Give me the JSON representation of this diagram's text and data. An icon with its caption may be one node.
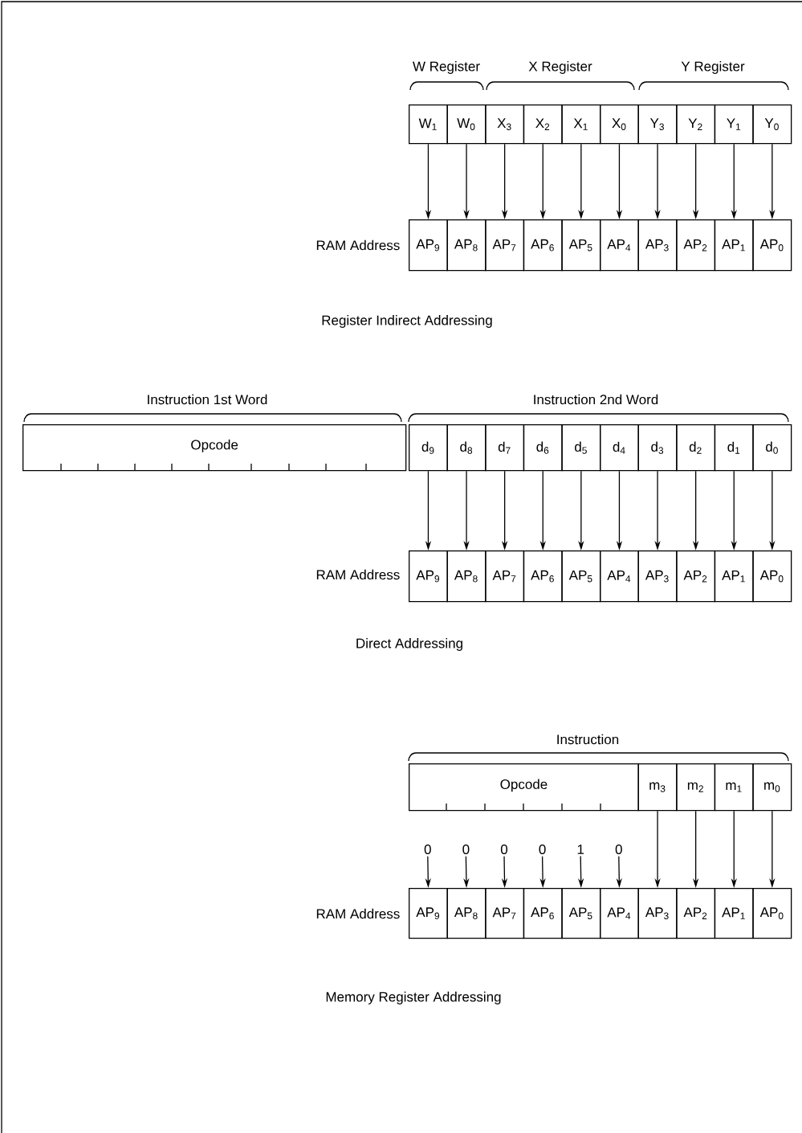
{
  "diagram": {
    "nodes": [
      {
        "text": [
          "W$_{1}$"
        ]
      },
      {
        "text": [
          "W$_{0}$"
        ]
      },
      {
        "text": [
          "X$_{3}$"
        ]
      },
      {
        "text": [
          "X$_{2}$"
        ]
      },
      {
        "text": [
          "X$_{1}$"
        ]
      },
      {
        "text": [
          "X$_{0}$"
        ]
      },
      {
        "text": [
          "Y$_{3}$"
        ]
      },
      {
        "text": [
          "Y$_{2}$"
        ]
      },
      {
        "text": [
          "Y$_{1}$"
        ]
      },
      {
        "text": [
          "Y$_{0}$"
        ]
      },
      {
        "text": [
          "AP$_{9}$"
        ]
      },
      {
        "text": [
          "AP$_{8}$"
        ]
      },
      {
        "text": [
          "AP$_{7}$"
        ]
      },
      {
        "text": [
          "AP$_{6}$"
        ]
      },
      {
        "text": [
          "AP$_{5}$"
        ]
      },
      {
        "text": [
          "AP$_{4}$"
        ]
      },
      {
        "text": [
          "AP$_{3}$"
        ]
      },
      {
        "text": [
          "AP$_{2}$"
        ]
      },
      {
        "text": [
          "AP$_{1}$"
        ]
      },
      {
        "text": [
          "AP$_{0}$"
        ]
      },
      {
        "text": [
          "Opcode"
        ]
      },
      {
        "text": [
          "d$_{9}$"
        ]
      },
      {
        "text": [
          "d$_{8}$"
        ]
      },
      {
        "text": [
          "d$_{7}$"
        ]
      },
      {
        "text": [
          "d$_{6}$"
        ]
      },
      {
        "text": [
          "d$_{5}$"
        ]
      },
      {
        "text": [
          "d$_{4}$"
        ]
      },
      {
        "text": [
          "d$_{3}$"
        ]
      },
      {
        "text": [
          "d$_{2}$"
        ]
      },
      {
        "text": [
          "d$_{1}$"
        ]
      },
      {
        "text": [
          "d$_{0}$"
        ]
      },
      {
        "text": [
          "AP$_{9}$"
        ]
      },
      {
        "text": [
          "AP$_{8}$"
        ]
      },
      {
        "text": [
          "AP$_{7}$"
        ]
      },
      {
        "text": [
          "AP$_{6}$"
        ]
      },
      {
        "text": [
          "AP$_{5}$"
        ]
      },
      {
        "text": [
          "AP$_{4}$"
        ]
      },
      {
        "text": [
          "AP$_{3}$"
        ]
      },
      {
        "text": [
          "AP$_{2}$"
        ]
      },
      {
        "text": [
          "AP$_{1}$"
        ]
      },
      {
        "text": [
          "AP$_{0}$"
        ]
      },
      {
        "text": [
          "Opcode"
        ]
      },
      {
        "text": [
          "m$_{3}$"
        ]
      },
      {
        "text": [
          "m$_{2}$"
        ]
      },
      {
        "text": [
          "m$_{1}$"
        ]
      },
      {
        "text": [
          "m$_{0}$"
        ]
      },
      {
        "text": [
          "0"
        ]
      },
      {
        "text": [
          "0"
        ]
      },
      {
        "text": [
          "0"
        ]
      },
      {
        "text": [
          "0"
        ]
      },
      {
        "text": [
          "1"
        ]
      },
      {
        "text": [
          "0"
        ]
      },
      {
        "text": [
          "AP$_{9}$"
        ]
      },
      {
        "text": [
          "AP$_{8}$"
        ]
      },
      {
        "text": [
          "AP$_{7}$"
        ]
      },
      {
        "text": [
          "AP$_{6}$"
        ]
      },
      {
        "text": [
          "AP$_{5}$"
        ]
      },
      {
        "text": [
          "AP$_{4}$"
        ]
      },
      {
        "text": [
          "AP$_{3}$"
        ]
      },
      {
        "text": [
          "AP$_{2}$"
        ]
      },
      {
        "text": [
          "AP$_{1}$"
        ]
      },
      {
        "text": [
          "AP$_{0}$"
        ]
      }
    ],
    "edges": [
      {
        "from": 0,
        "to": 10,
        "arrow": "to"
      },
      {
        "from": 1,
        "to": 11,
        "arrow": "to"
      },
      {
        "from": 2,
        "to": 12,
        "arrow": "to"
      },
      {
        "from": 3,
        "to": 13,
        "arrow": "to"
      },
      {
        "from": 4,
        "to": 14,
        "arrow": "to"
      },
      {
        "from": 5,
        "to": 15,
        "arrow": "to"
      },
      {
        "from": 6,
        "to": 16,
        "arrow": "to"
      },
      {
        "from": 7,
        "to": 17,
        "arrow": "to"
      },
      {
        "from": 8,
        "to": 18,
        "arrow": "to"
      },
      {
        "from": 9,
        "to": 19,
        "arrow": "to"
      },
      {
        "from": 21,
        "to": 31,
        "arrow": "to"
      },
      {
        "from": 22,
        "to": 32,
        "arrow": "to"
      },
      {
        "from": 23,
        "to": 33,
        "arrow": "to"
      },
      {
        "from": 24,
        "to": 34,
        "arrow": "to"
      },
      {
        "from": 25,
        "to": 35,
        "arrow": "to"
      },
      {
        "from": 26,
        "to": 36,
        "arrow": "to"
      },
      {
        "from": 27,
        "to": 37,
        "arrow": "to"
      },
      {
        "from": 28,
        "to": 38,
        "arrow": "to"
      },
      {
        "from": 29,
        "to": 39,
        "arrow": "to"
      },
      {
        "from": 30,
        "to": 40,
        "arrow": "to"
      },
      {
        "from": 46,
        "to": 52,
        "arrow": "to"
      },
      {
        "from": 47,
        "to": 53,
        "arrow": "to"
      },
      {
        "from": 48,
        "to": 54,
        "arrow": "to"
      },
      {
        "from": 49,
        "to": 55,
        "arrow": "to"
      },
      {
        "from": 50,
        "to": 56,
        "arrow": "to"
      },
      {
        "from": 51,
        "to": 57,
        "arrow": "to"
      },
      {
        "from": 42,
        "to": 58,
        "arrow": "to"
      },
      {
        "from": 43,
        "to": 59,
        "arrow": "to"
      },
      {
        "from": 44,
        "to": 60,
        "arrow": "to"
      },
      {
        "from": 45,
        "to": 61,
        "arrow": "to"
      }
    ],
    "labels": [
      "W Register",
      "X Register",
      "Y Register",
      "RAM Address",
      "Register Indirect Addressing",
      "Instruction 1st Word",
      "Instruction 2nd Word",
      "RAM Address",
      "Direct Addressing",
      "Instruction",
      "RAM Address",
      "Memory Register Addressing"
    ]
  }
}
